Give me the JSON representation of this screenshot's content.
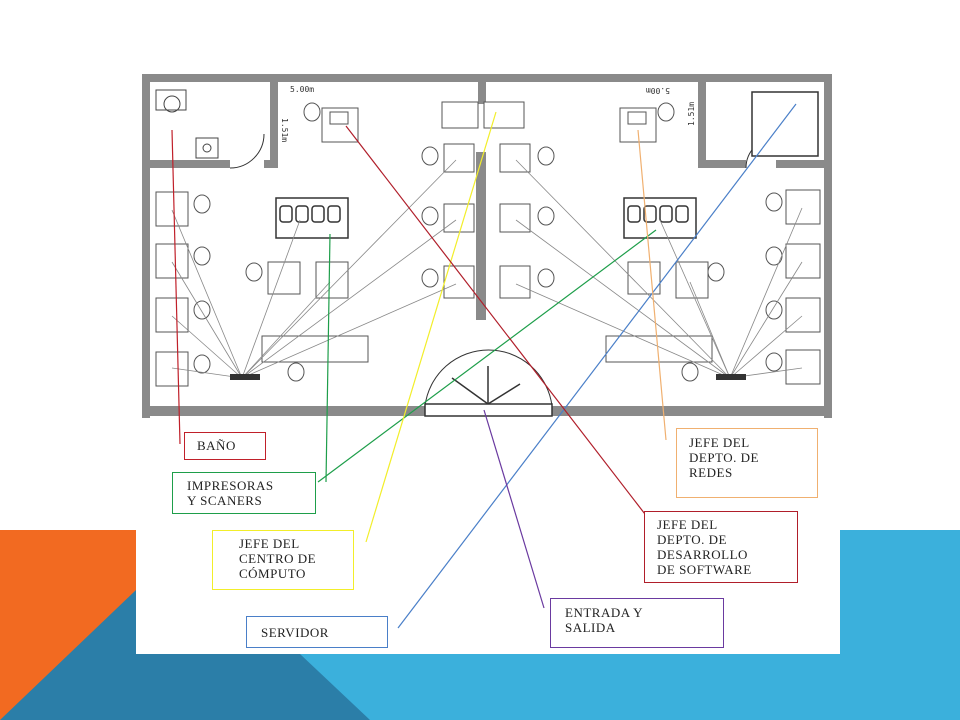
{
  "colors": {
    "orange": "#f26a21",
    "blue_light": "#3ab0d9",
    "blue_dark": "#2a7fb0",
    "wall": "#7a7a7a"
  },
  "floor_plan": {
    "dimensions": {
      "left_width": "5.00m",
      "right_width": "5.00m",
      "left_height": "1.51m",
      "right_height": "1.51m"
    }
  },
  "labels": {
    "bano": "BAÑO",
    "impresoras_line1": "IMPRESORAS",
    "impresoras_line2": "Y SCANERS",
    "jefe_centro_line1": "JEFE DEL",
    "jefe_centro_line2": "CENTRO DE",
    "jefe_centro_line3": "CÓMPUTO",
    "servidor": "SERVIDOR",
    "entrada_line1": "ENTRADA Y",
    "entrada_line2": "SALIDA",
    "jefe_software_line1": "JEFE DEL",
    "jefe_software_line2": "DEPTO. DE",
    "jefe_software_line3": "DESARROLLO",
    "jefe_software_line4": "DE SOFTWARE",
    "jefe_redes_line1": "JEFE DEL",
    "jefe_redes_line2": "DEPTO. DE",
    "jefe_redes_line3": "REDES"
  },
  "leader_colors": {
    "bano": "#c0202a",
    "impresoras": "#1e9e4a",
    "jefe_centro": "#f2ee2a",
    "servidor": "#4a7fc8",
    "entrada": "#6a3aa0",
    "jefe_software": "#b01e2a",
    "jefe_redes": "#f0b070"
  }
}
